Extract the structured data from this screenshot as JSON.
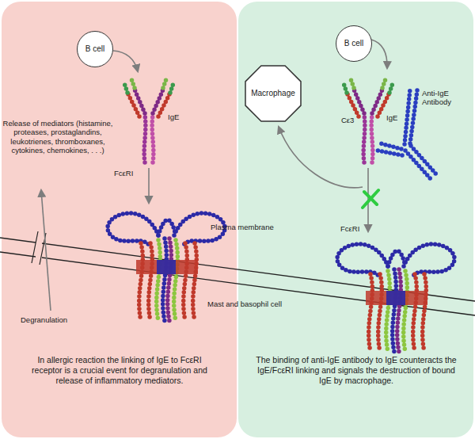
{
  "diagram": {
    "nodes": [
      {
        "text": [
          "In allergic reaction the linking of IgE to FcεRI receptor is a crucial event for degranulation and release of inflammatory mediators."
        ]
      },
      {
        "text": [
          "B cell"
        ],
        "in": 0
      },
      {
        "text": [
          "The binding of anti-IgE antibody to IgE counteracts the IgE/FcεRI linking and signals the destruction of bound IgE by macrophage."
        ]
      },
      {
        "text": [
          "B cell"
        ],
        "in": 2
      },
      {
        "text": [
          "Macrophage"
        ],
        "in": 2
      }
    ],
    "labels": [
      "IgE",
      "FcεRI",
      "Release of mediators (histamine, proteases, prostaglandins, leukotrienes, thromboxanes, cytokines, chemokines, . . .)",
      "Plasma membrane",
      "Degranulation",
      "Mast and basophil cell",
      "IgE",
      "Cε3",
      "Anti-IgE Antibody",
      "FcεRI"
    ]
  }
}
